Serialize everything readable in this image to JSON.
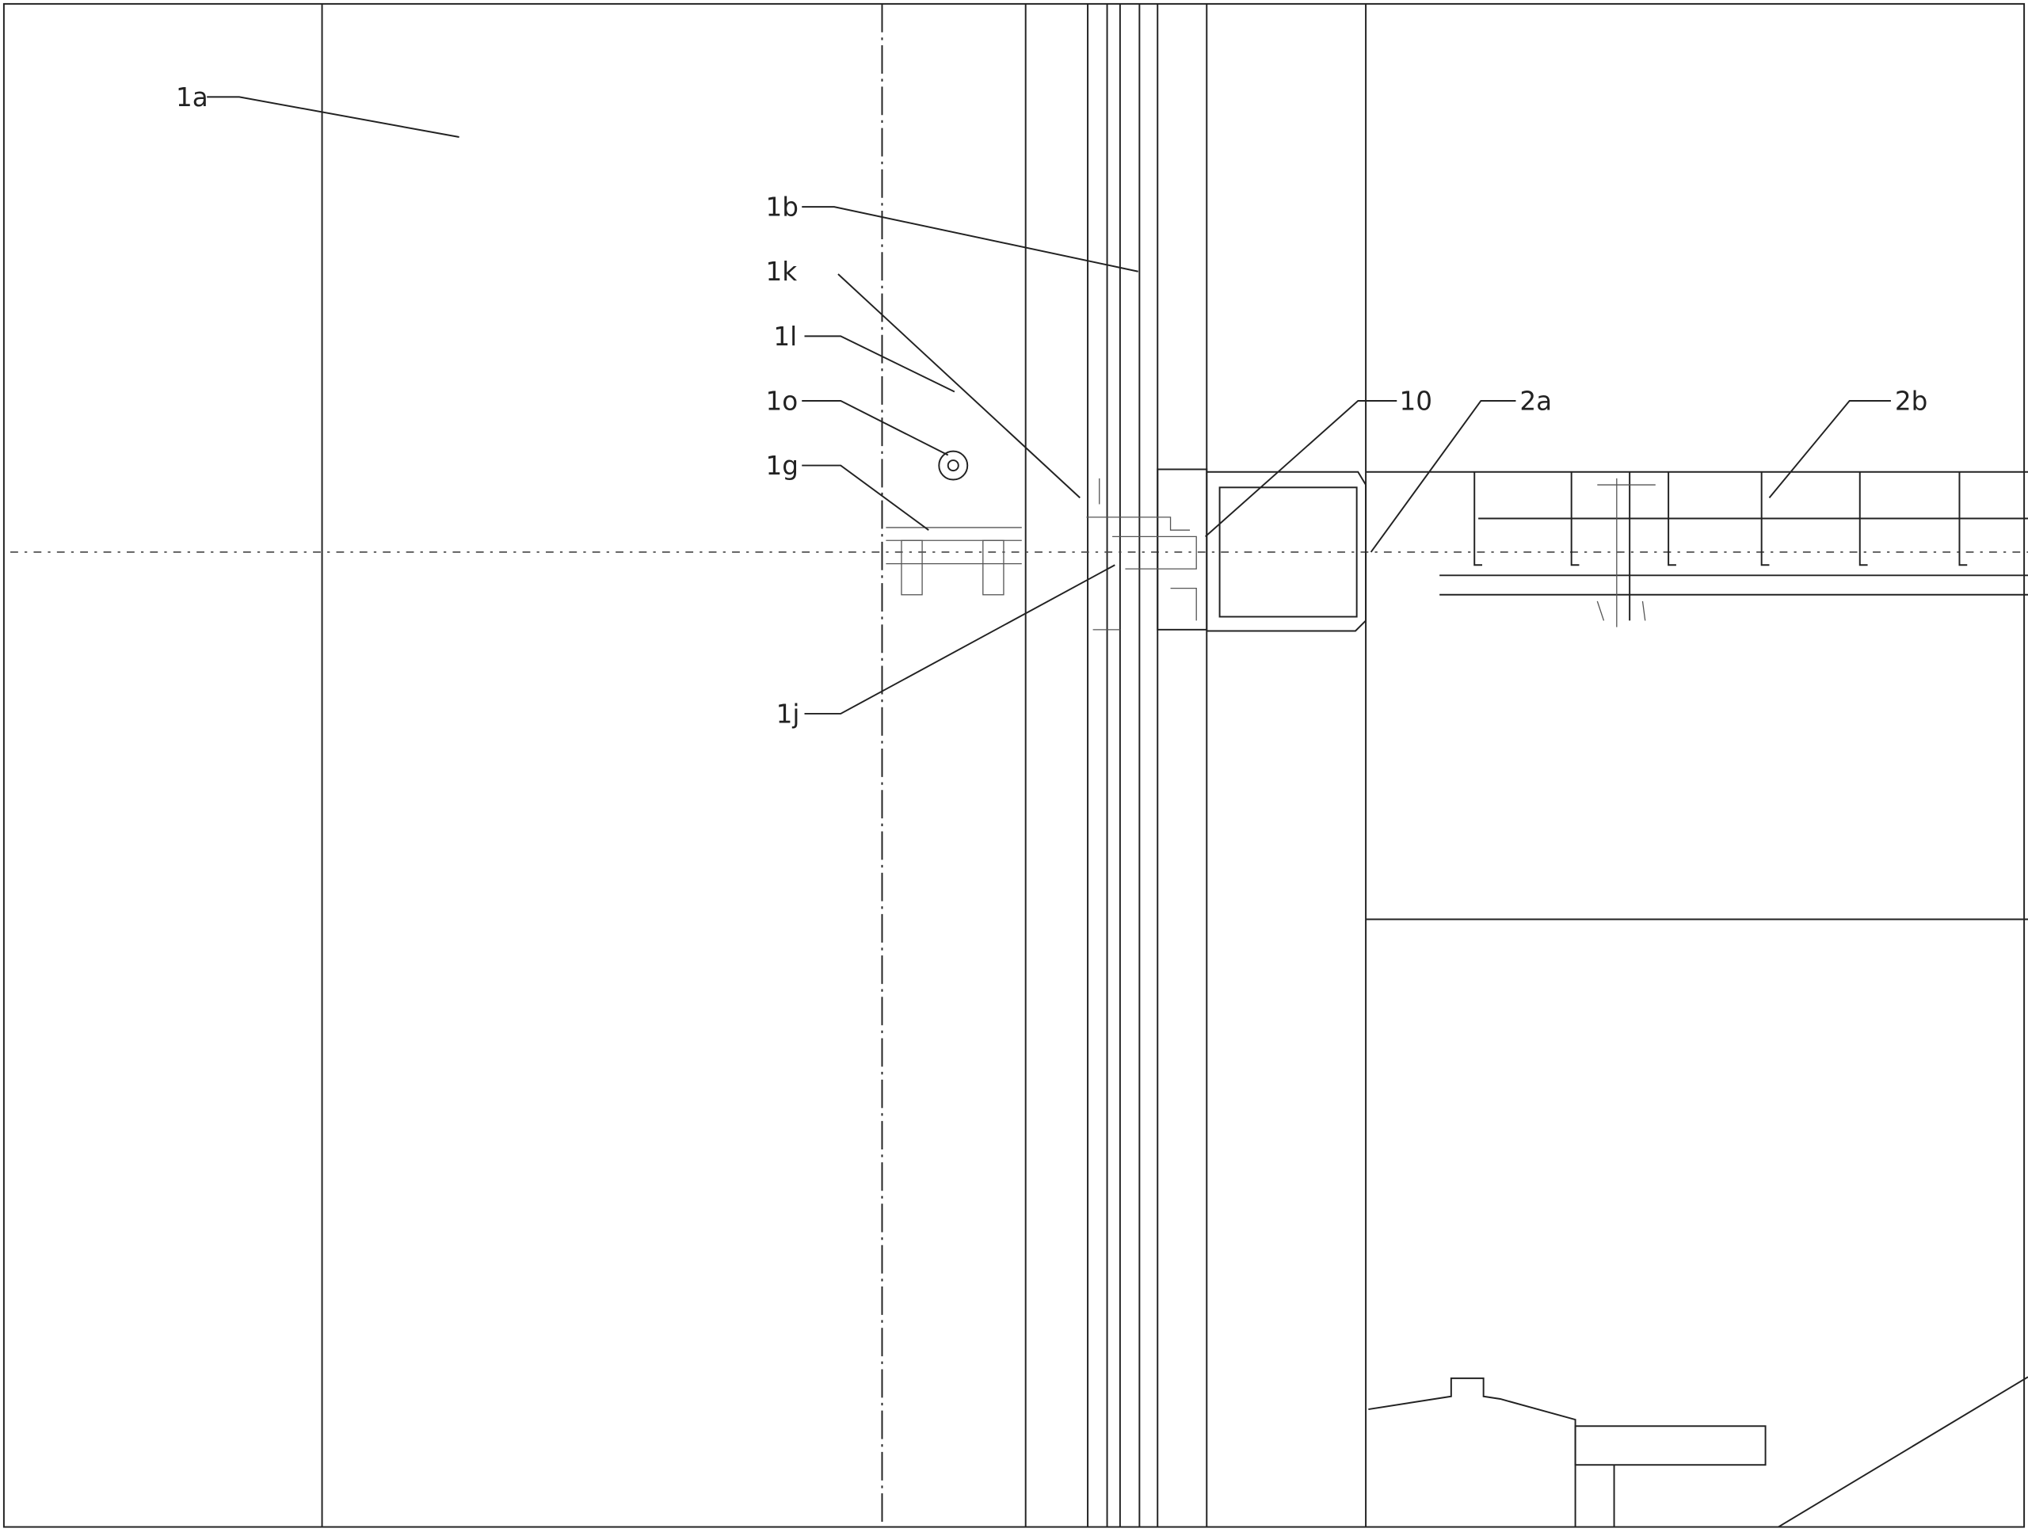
{
  "drawing": {
    "labels": {
      "l1a": "1a",
      "l1b": "1b",
      "l1k": "1k",
      "l1l": "1l",
      "l1o": "1o",
      "l1g": "1g",
      "l1j": "1j",
      "l10": "10",
      "l2a": "2a",
      "l2b": "2b"
    },
    "line_color": "#222222",
    "background": "#ffffff"
  }
}
